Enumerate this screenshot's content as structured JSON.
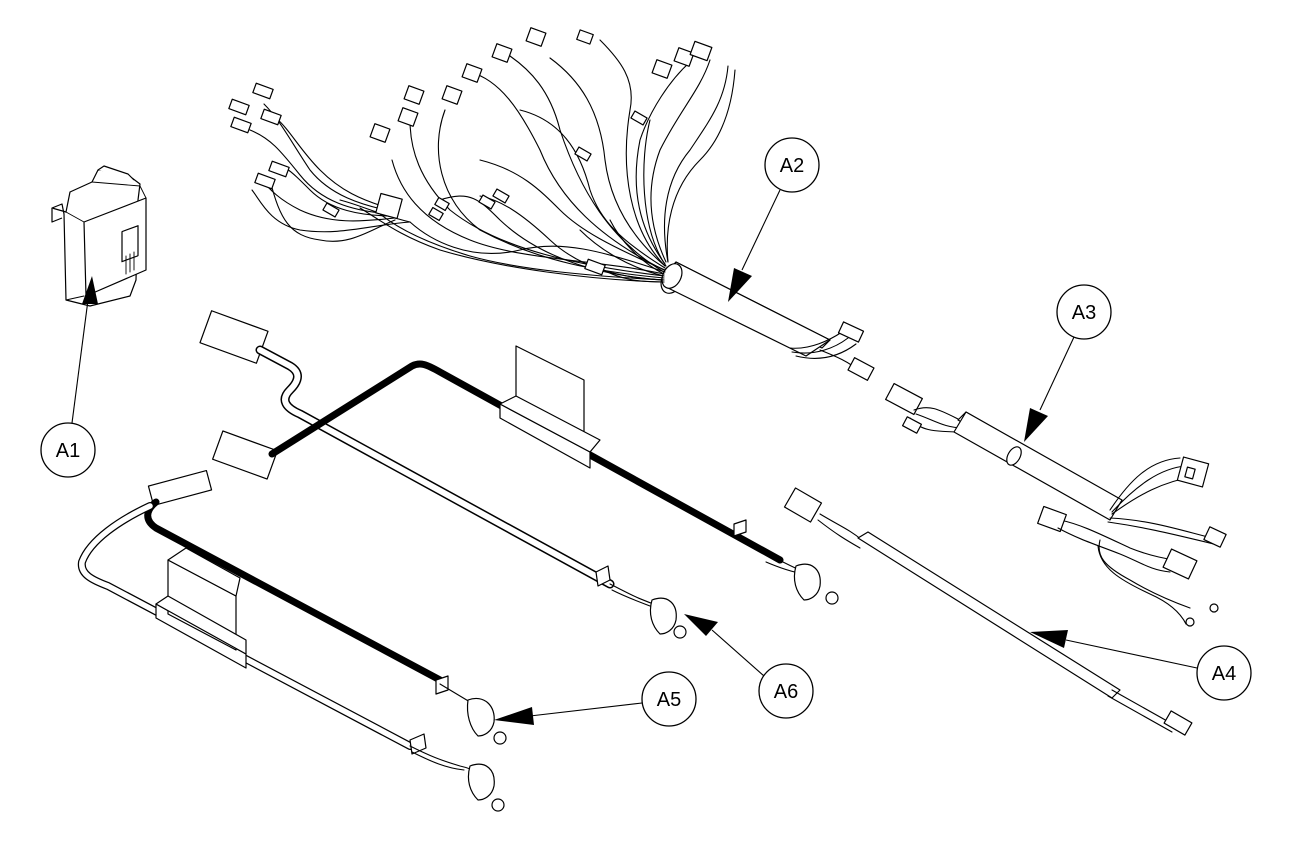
{
  "callouts": {
    "a1": "A1",
    "a2": "A2",
    "a3": "A3",
    "a4": "A4",
    "a5": "A5",
    "a6": "A6"
  },
  "colors": {
    "line": "#000000",
    "background": "#ffffff"
  }
}
